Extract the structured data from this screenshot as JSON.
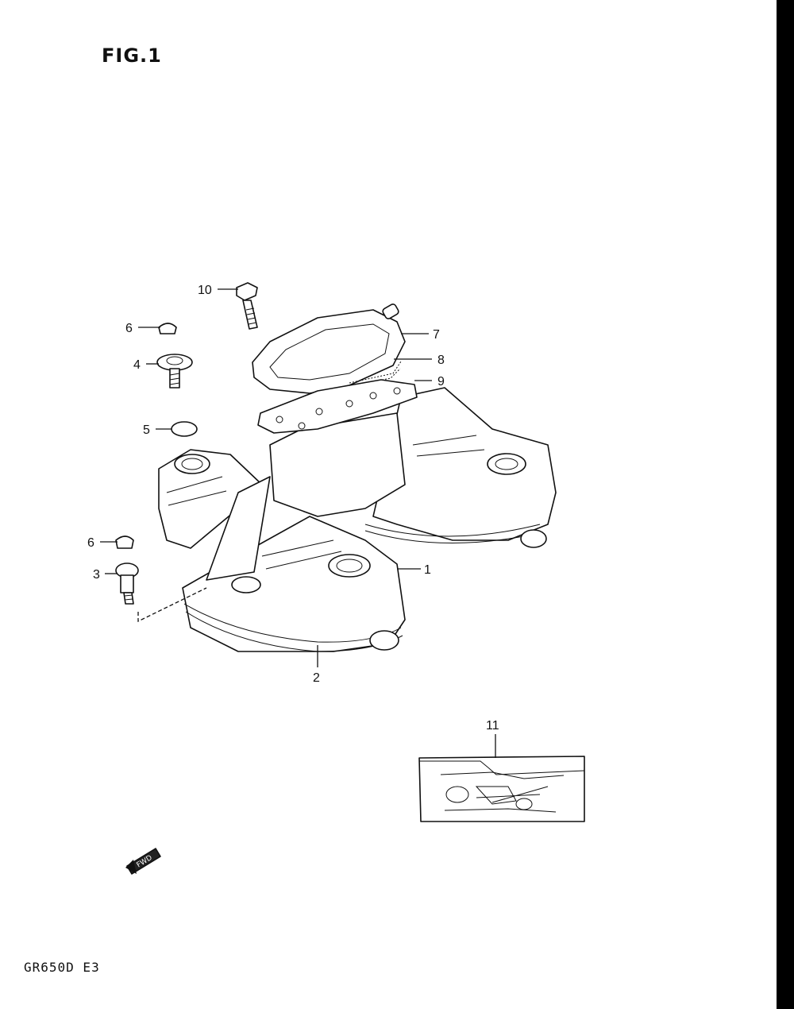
{
  "figure": {
    "title": "FIG.1"
  },
  "footer": {
    "model": "GR650D E3"
  },
  "fwd_marker": {
    "label": "FWD",
    "icon": "fwd-arrow-icon"
  },
  "callouts": [
    "1",
    "2",
    "3",
    "4",
    "5",
    "6",
    "6",
    "7",
    "8",
    "9",
    "10",
    "11"
  ]
}
